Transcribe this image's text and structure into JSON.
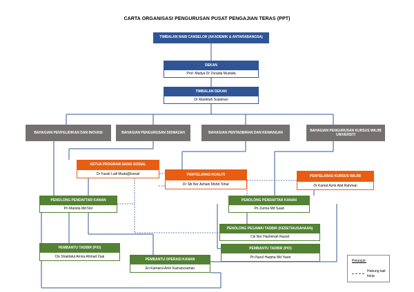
{
  "title": "CARTA ORGANISASI PENGURUSAN PUSAT PENGAJIAN TERAS (PPT)",
  "nodes": {
    "tnc": {
      "title": "TIMBALAN NAIB CANSELOR (AKADEMIK & ANTARABANGSA)"
    },
    "dekan": {
      "title": "DEKAN",
      "name": "Prof. Madya Dr Zoraida Mustafa"
    },
    "tdekan": {
      "title": "TIMBALAN DEKAN",
      "name": "Dr Mashitah Sulaiman"
    },
    "bah1": {
      "title": "BAHAGIAN PENYELIDIKAN DAN INOVASI"
    },
    "bah2": {
      "title": "BAHAGIAN PENGURUSAN SISWAZAH"
    },
    "bah3": {
      "title": "BAHAGIAN PENTADBIRAN DAN KEWANGAN"
    },
    "bah4": {
      "title": "BAHAGIAN PENGURUSAN KURSUS WAJIB UNIVERSITI"
    },
    "ketua": {
      "title": "KETUA PROGRAM SAINS SOSIAL",
      "name": "Dr Farah Laili Muda@Ismail"
    },
    "kualiti": {
      "title": "PENYELARAS KUALITI",
      "name": "Dr Siti Nor Azhani Mohd Tohar"
    },
    "kursus": {
      "title": "PENYELARAS KURSUS WAJIB",
      "name": "Dr Kamal Azmi Abd Rahman"
    },
    "pp1": {
      "title": "PENOLONG PENDAFTAR KANAN",
      "name": "Pn Marsita Md Nor"
    },
    "pp2": {
      "title": "PENOLONG PENDAFTAR KANAN",
      "name": "Pn Zurina Md Saad"
    },
    "ppt": {
      "title": "PENOLONG PEGAWAI TADBIR (KESETIAUSAHAAN)",
      "name": "Cik Nor Hashimah Razali"
    },
    "pt1": {
      "title": "PEMBANTU TADBIR (P/O)",
      "name": "Cik Shaidatul Amira Ahmad Zaai"
    },
    "pt2": {
      "title": "PEMBANTU TADBIR (P/O)",
      "name": "Pn Nurul Haqma Md Yasin"
    },
    "pok": {
      "title": "PEMBANTU OPERASI KANAN",
      "name": "En Kamarul Amri Kamaruzaman"
    }
  },
  "legend": {
    "title": "Petunjuk:",
    "line_label": "Hubung kait kerja"
  },
  "colors": {
    "blue": "#2F5597",
    "orange": "#E85D12",
    "green": "#548235",
    "grey": "#767171"
  }
}
